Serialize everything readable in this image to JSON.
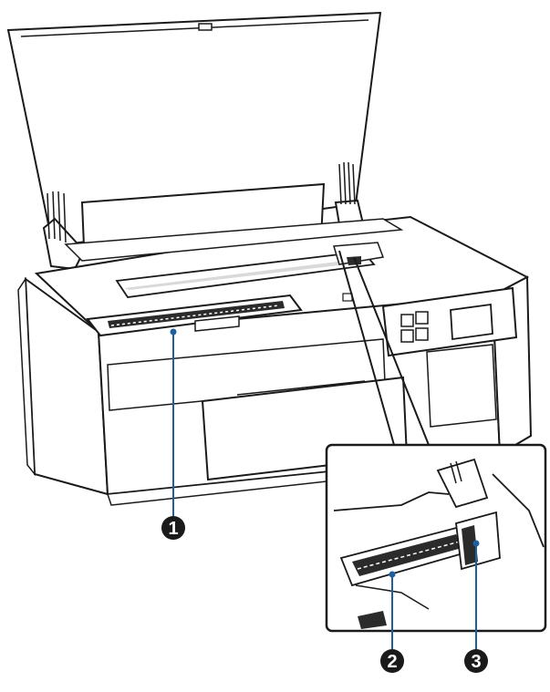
{
  "figure": {
    "subject": "printer-with-open-cover",
    "callouts": [
      {
        "id": "callout-1",
        "label": "1"
      },
      {
        "id": "callout-2",
        "label": "2"
      },
      {
        "id": "callout-3",
        "label": "3"
      }
    ]
  },
  "colors": {
    "line": "#1a1a1a",
    "leader": "#1f5fa0",
    "callout_fill": "#1a1a1a",
    "callout_text": "#ffffff",
    "body_fill": "#ffffff",
    "shade": "#d9d9d9",
    "dark": "#2b2b2b"
  }
}
